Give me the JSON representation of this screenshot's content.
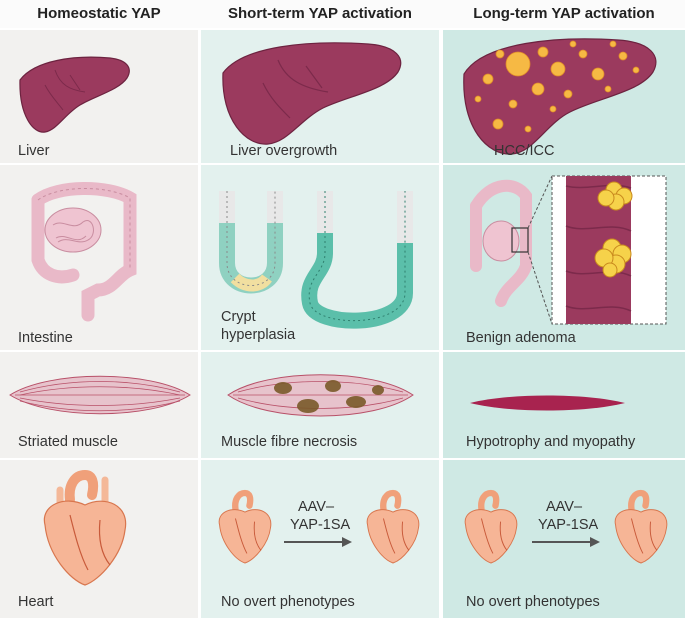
{
  "columns": [
    {
      "header": "Homeostatic YAP"
    },
    {
      "header": "Short-term YAP activation"
    },
    {
      "header": "Long-term YAP activation"
    }
  ],
  "rows": {
    "liver": [
      "Liver",
      "Liver overgrowth",
      "HCC/ICC"
    ],
    "intestine": [
      "Intestine",
      "Crypt",
      "hyperplasia",
      "Benign adenoma"
    ],
    "muscle": [
      "Striated muscle",
      "Muscle fibre necrosis",
      "Hypotrophy and myopathy"
    ],
    "heart": [
      "Heart",
      "No overt phenotypes",
      "No overt phenotypes"
    ]
  },
  "treatment": {
    "line1": "AAV–",
    "line2": "YAP-1SA"
  },
  "colors": {
    "col1_bg": "#f2f1ef",
    "col2_bg": "#e3f1ee",
    "col3_bg": "#cfe9e4",
    "header_bg": "#ffffff",
    "liver": "#9b3a5e",
    "tumor": "#f6b944",
    "intestine": "#e9b9c8",
    "crypt_teal": "#5bbfaa",
    "muscle": "#b85068",
    "heart": "#f0a07a"
  }
}
